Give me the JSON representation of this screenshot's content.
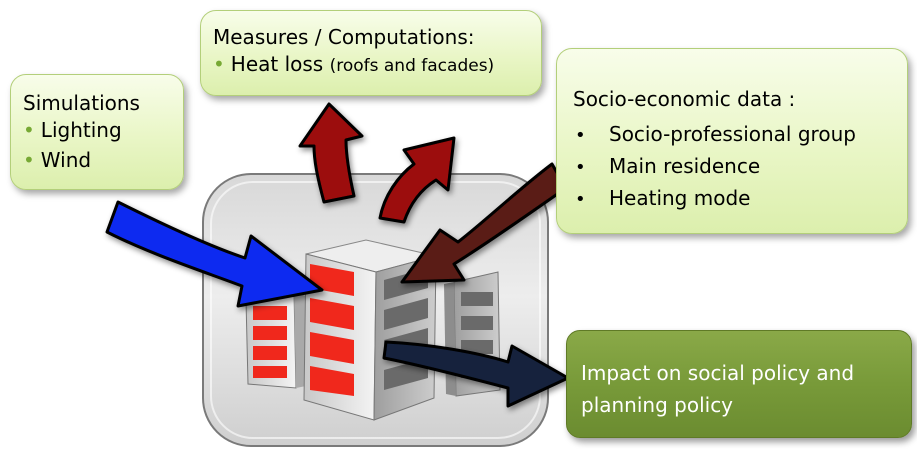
{
  "simulations": {
    "title": "Simulations",
    "items": [
      "Lighting",
      "Wind"
    ]
  },
  "measures": {
    "title": "Measures / Computations:",
    "item_main": "Heat loss",
    "item_detail": "(roofs and facades)"
  },
  "socio": {
    "title": "Socio-economic data :",
    "items": [
      "Socio-professional group",
      "Main residence",
      "Heating mode"
    ]
  },
  "impact": {
    "line1": "Impact on social policy and",
    "line2": "planning policy"
  },
  "colors": {
    "box_green": "#e9f6c6",
    "impact_green": "#789a39",
    "arrow_blue": "#0a2cf0",
    "arrow_darkred": "#9c0a0a",
    "arrow_brown": "#5a1a12",
    "arrow_navy": "#13213d",
    "building_window_red": "#f0281c"
  },
  "icons": [
    "building-app-icon",
    "blue-arrow-icon",
    "red-arrow-icon",
    "brown-arrow-icon",
    "navy-arrow-icon"
  ]
}
